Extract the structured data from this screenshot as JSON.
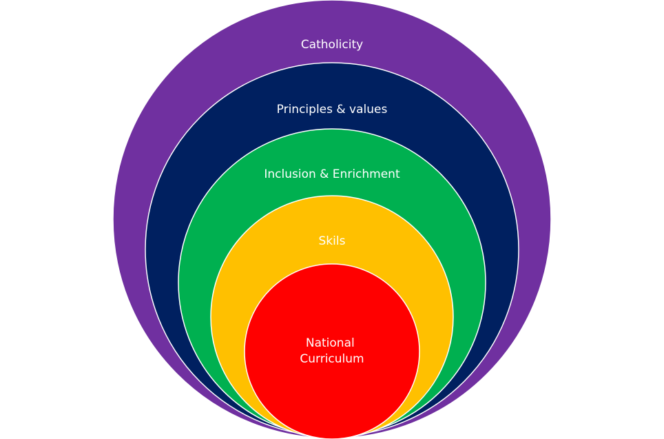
{
  "diagram": {
    "rings": [
      {
        "label": "Catholicity",
        "color": "#7030A0"
      },
      {
        "label": "Principles & values",
        "color": "#002060"
      },
      {
        "label": "Inclusion & Enrichment",
        "color": "#00B050"
      },
      {
        "label": "Skils",
        "color": "#FFC000"
      },
      {
        "label_lines": [
          "National",
          "Curriculum"
        ],
        "color": "#FF0000"
      }
    ]
  }
}
